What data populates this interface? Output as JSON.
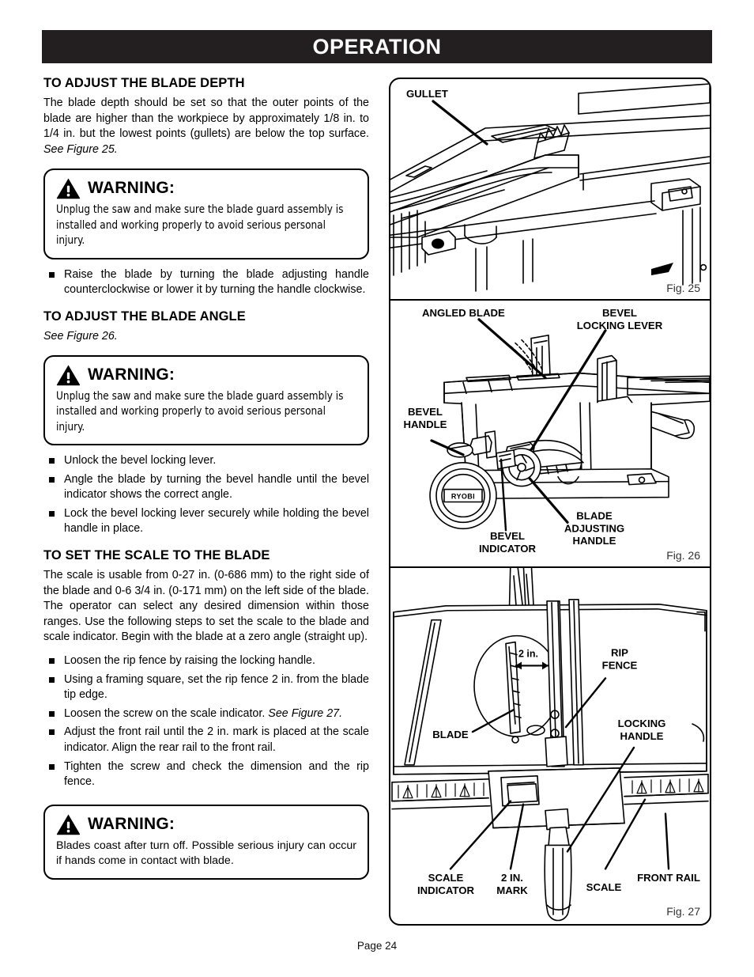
{
  "header": {
    "title": "OPERATION"
  },
  "sections": {
    "blade_depth": {
      "heading": "TO ADJUST THE BLADE DEPTH",
      "paragraph": "The blade depth should be set so that the outer points of the blade are higher than the workpiece by approximately 1/8 in. to 1/4 in. but the lowest points (gullets) are below the top surface. ",
      "paragraph_italic": "See Figure 25.",
      "bullets": [
        "Raise the blade by turning the blade adjusting handle counterclockwise or lower it by turning the handle clockwise."
      ]
    },
    "blade_angle": {
      "heading": "TO ADJUST THE BLADE ANGLE",
      "see_figure": "See Figure 26.",
      "bullets": [
        "Unlock the bevel locking lever.",
        "Angle the blade by turning the bevel handle until the bevel indicator shows the correct angle.",
        "Lock the bevel locking lever securely while holding the bevel handle in place."
      ]
    },
    "scale_to_blade": {
      "heading": "TO SET THE SCALE TO THE BLADE",
      "paragraph": "The scale is usable from 0-27 in. (0-686 mm) to the right side of the blade and 0-6 3/4 in. (0-171 mm) on the left side of the blade. The operator can select any desired dimension within those ranges. Use the following steps to set the scale to the blade and scale indicator. Begin with the blade at a zero angle (straight up).",
      "bullets": [
        {
          "text": "Loosen the rip fence by raising the locking handle.",
          "italic_tail": ""
        },
        {
          "text": "Using a framing square, set the rip fence 2 in. from the blade tip edge.",
          "italic_tail": ""
        },
        {
          "text": "Loosen the screw on the scale indicator. ",
          "italic_tail": "See Figure 27."
        },
        {
          "text": "Adjust the front rail until the 2 in. mark is placed at the scale indicator. Align the rear rail to the front rail.",
          "italic_tail": ""
        },
        {
          "text": "Tighten the screw and check the dimension and the rip fence.",
          "italic_tail": ""
        }
      ]
    }
  },
  "warnings": [
    {
      "label": "WARNING:",
      "text": "Unplug the saw and make sure the blade guard assembly is installed and working properly to avoid serious personal injury."
    },
    {
      "label": "WARNING:",
      "text": "Unplug the saw and make sure the blade guard assembly is installed and working properly to avoid serious personal injury."
    },
    {
      "label": "WARNING:",
      "text": "Blades coast after turn off. Possible serious injury can occur if hands come in contact with blade."
    }
  ],
  "figures": {
    "fig25": {
      "caption": "Fig. 25",
      "callouts": [
        {
          "label": "GULLET"
        }
      ]
    },
    "fig26": {
      "caption": "Fig. 26",
      "callouts": [
        {
          "label": "ANGLED BLADE"
        },
        {
          "label_line1": "BEVEL",
          "label_line2": "LOCKING LEVER"
        },
        {
          "label_line1": "BEVEL",
          "label_line2": "HANDLE"
        },
        {
          "label_line1": "BEVEL",
          "label_line2": "INDICATOR"
        },
        {
          "label_line1": "BLADE",
          "label_line2": "ADJUSTING",
          "label_line3": "HANDLE"
        }
      ],
      "brand": "RYOBI"
    },
    "fig27": {
      "caption": "Fig. 27",
      "dimension_label": "2 in.",
      "callouts": [
        {
          "label_line1": "RIP",
          "label_line2": "FENCE"
        },
        {
          "label_line1": "LOCKING",
          "label_line2": "HANDLE"
        },
        {
          "label": "BLADE"
        },
        {
          "label_line1": "SCALE",
          "label_line2": "INDICATOR"
        },
        {
          "label_line1": "2 IN.",
          "label_line2": "MARK"
        },
        {
          "label": "SCALE"
        },
        {
          "label": "FRONT RAIL"
        }
      ]
    }
  },
  "footer": {
    "page_label": "Page 24"
  },
  "colors": {
    "header_bg": "#231f20",
    "header_text": "#ffffff",
    "ink": "#000000",
    "paper": "#ffffff"
  }
}
